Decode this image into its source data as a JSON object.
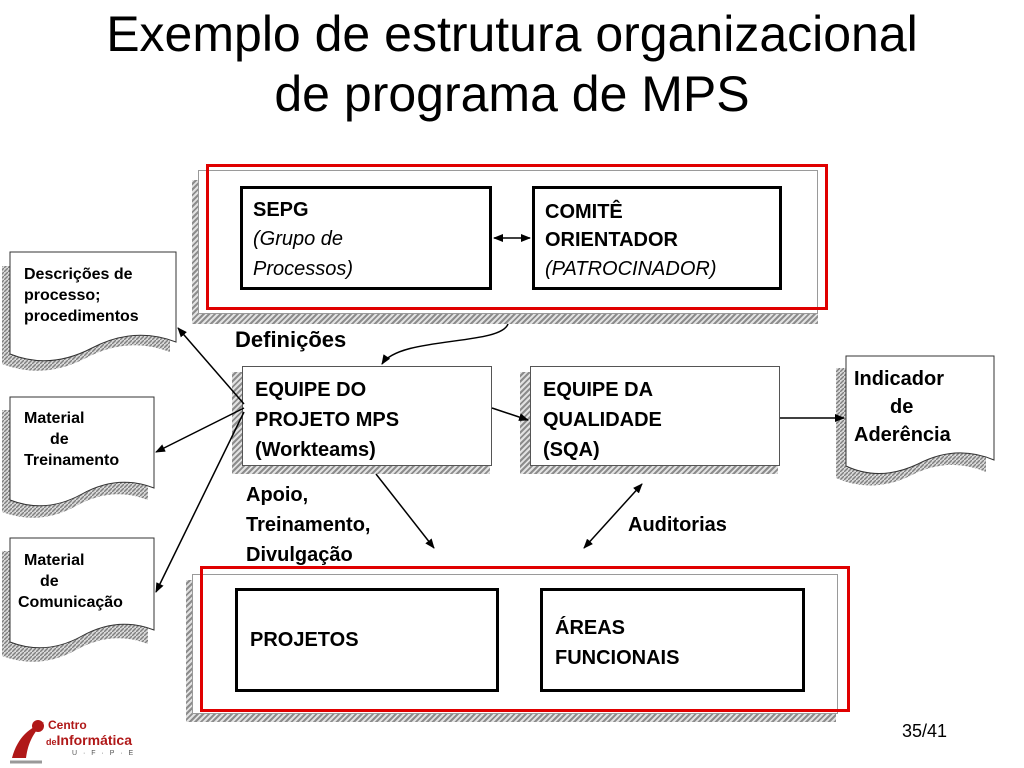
{
  "slide": {
    "title_line1": "Exemplo de estrutura organizacional",
    "title_line2": "de programa de MPS",
    "page_number": "35/41"
  },
  "boxes": {
    "sepg": {
      "label": "SEPG",
      "sub1": "(Grupo de",
      "sub2": "Processos)"
    },
    "comite": {
      "line1": "COMITÊ",
      "line2": "ORIENTADOR",
      "sub": "(PATROCINADOR)"
    },
    "equipe_projeto": {
      "line1": "EQUIPE DO",
      "line2": "PROJETO MPS",
      "line3": "(Workteams)"
    },
    "equipe_qualidade": {
      "line1": "EQUIPE DA",
      "line2": "QUALIDADE",
      "line3": "(SQA)"
    },
    "projetos": {
      "label": "PROJETOS"
    },
    "areas": {
      "line1": "ÁREAS",
      "line2": "FUNCIONAIS"
    }
  },
  "labels": {
    "definicoes": "Definições",
    "apoio_line1": "Apoio,",
    "apoio_line2": "Treinamento,",
    "apoio_line3": "Divulgação",
    "auditorias": "Auditorias"
  },
  "documents": {
    "descricoes": {
      "line1": "Descrições de",
      "line2": "processo;",
      "line3": "procedimentos"
    },
    "material_treinamento": {
      "line1": "Material",
      "line2": "de",
      "line3": "Treinamento"
    },
    "material_comunicacao": {
      "line1": "Material",
      "line2": "de",
      "line3": "Comunicação"
    },
    "indicador": {
      "line1": "Indicador",
      "line2": "de",
      "line3": "Aderência"
    }
  },
  "logo": {
    "line1": "Centro",
    "line2_prefix": "de",
    "line2": "Informática",
    "line3": "U · F · P · E"
  },
  "colors": {
    "frame_red": "#e00000",
    "shadow_gray": "#8a8a8a",
    "logo_red": "#b01818"
  }
}
